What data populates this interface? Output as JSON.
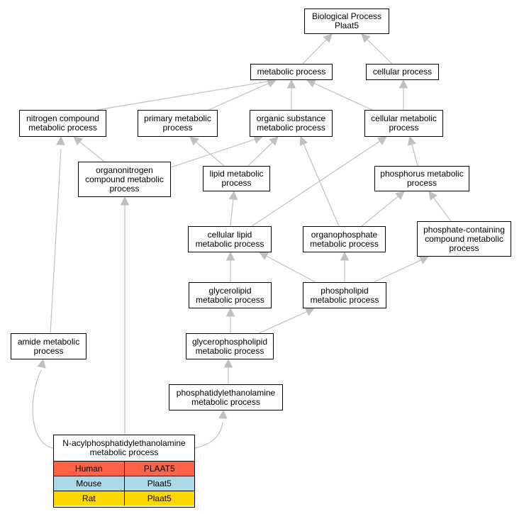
{
  "nodes": {
    "bp": [
      "Biological Process",
      "Plaat5"
    ],
    "metabolic": [
      "metabolic process"
    ],
    "cellular": [
      "cellular process"
    ],
    "nitrogen": [
      "nitrogen compound",
      "metabolic process"
    ],
    "primary": [
      "primary metabolic",
      "process"
    ],
    "organic": [
      "organic substance",
      "metabolic process"
    ],
    "cellmeta": [
      "cellular metabolic",
      "process"
    ],
    "organonitrogen": [
      "organonitrogen",
      "compound metabolic",
      "process"
    ],
    "lipid": [
      "lipid metabolic",
      "process"
    ],
    "phosphorus": [
      "phosphorus metabolic",
      "process"
    ],
    "cellipid": [
      "cellular lipid",
      "metabolic process"
    ],
    "organophosphate": [
      "organophosphate",
      "metabolic process"
    ],
    "phosphatecontaining": [
      "phosphate-containing",
      "compound metabolic",
      "process"
    ],
    "glycerolipid": [
      "glycerolipid",
      "metabolic process"
    ],
    "phospholipid": [
      "phospholipid",
      "metabolic process"
    ],
    "amide": [
      "amide metabolic",
      "process"
    ],
    "glycerophospholipid": [
      "glycerophospholipid",
      "metabolic process"
    ],
    "pe": [
      "phosphatidylethanolamine",
      "metabolic process"
    ]
  },
  "leaf": {
    "title": [
      "N-acylphosphatidylethanolamine",
      "metabolic process"
    ],
    "rows": [
      {
        "species": "Human",
        "gene": "PLAAT5",
        "color": "#ff6347"
      },
      {
        "species": "Mouse",
        "gene": "Plaat5",
        "color": "#add8e6"
      },
      {
        "species": "Rat",
        "gene": "Plaat5",
        "color": "#ffd700"
      }
    ]
  },
  "edge_color": "#c0c0c0"
}
